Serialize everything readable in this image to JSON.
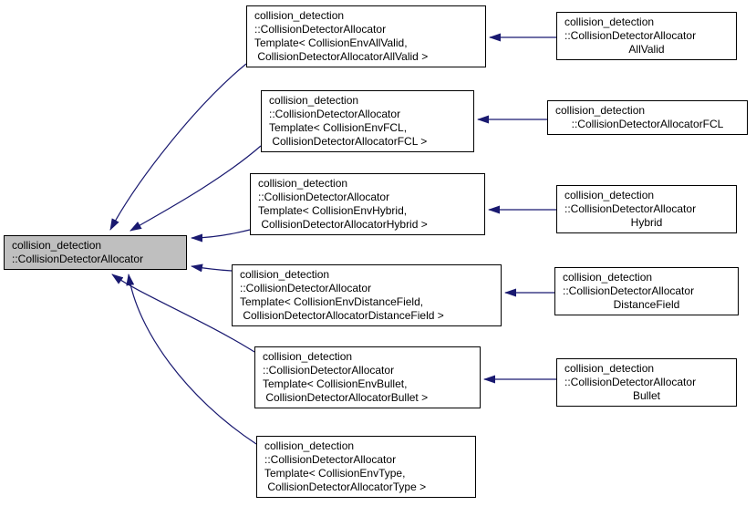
{
  "diagram": {
    "type": "class-inheritance-graph",
    "colors": {
      "edge": "#191970",
      "root_fill": "#bfbfbf",
      "node_fill": "#ffffff",
      "border": "#000000",
      "text": "#000000",
      "background": "#ffffff"
    },
    "root_node": {
      "lines": [
        "collision_detection",
        "::CollisionDetectorAllocator"
      ]
    },
    "template_nodes": [
      {
        "id": "template-allvalid",
        "lines": [
          "collision_detection",
          "::CollisionDetectorAllocator",
          "Template< CollisionEnvAllValid,",
          " CollisionDetectorAllocatorAllValid >"
        ]
      },
      {
        "id": "template-fcl",
        "lines": [
          "collision_detection",
          "::CollisionDetectorAllocator",
          "Template< CollisionEnvFCL,",
          " CollisionDetectorAllocatorFCL >"
        ]
      },
      {
        "id": "template-hybrid",
        "lines": [
          "collision_detection",
          "::CollisionDetectorAllocator",
          "Template< CollisionEnvHybrid,",
          " CollisionDetectorAllocatorHybrid >"
        ]
      },
      {
        "id": "template-distancefield",
        "lines": [
          "collision_detection",
          "::CollisionDetectorAllocator",
          "Template< CollisionEnvDistanceField,",
          " CollisionDetectorAllocatorDistanceField >"
        ]
      },
      {
        "id": "template-bullet",
        "lines": [
          "collision_detection",
          "::CollisionDetectorAllocator",
          "Template< CollisionEnvBullet,",
          " CollisionDetectorAllocatorBullet >"
        ]
      },
      {
        "id": "template-type",
        "lines": [
          "collision_detection",
          "::CollisionDetectorAllocator",
          "Template< CollisionEnvType,",
          " CollisionDetectorAllocatorType >"
        ]
      }
    ],
    "subclass_nodes": [
      {
        "id": "allocator-allvalid",
        "lines": [
          "collision_detection",
          "::CollisionDetectorAllocator",
          "AllValid"
        ]
      },
      {
        "id": "allocator-fcl",
        "lines": [
          "collision_detection",
          "::CollisionDetectorAllocatorFCL"
        ]
      },
      {
        "id": "allocator-hybrid",
        "lines": [
          "collision_detection",
          "::CollisionDetectorAllocator",
          "Hybrid"
        ]
      },
      {
        "id": "allocator-distancefield",
        "lines": [
          "collision_detection",
          "::CollisionDetectorAllocator",
          "DistanceField"
        ]
      },
      {
        "id": "allocator-bullet",
        "lines": [
          "collision_detection",
          "::CollisionDetectorAllocator",
          "Bullet"
        ]
      }
    ]
  }
}
